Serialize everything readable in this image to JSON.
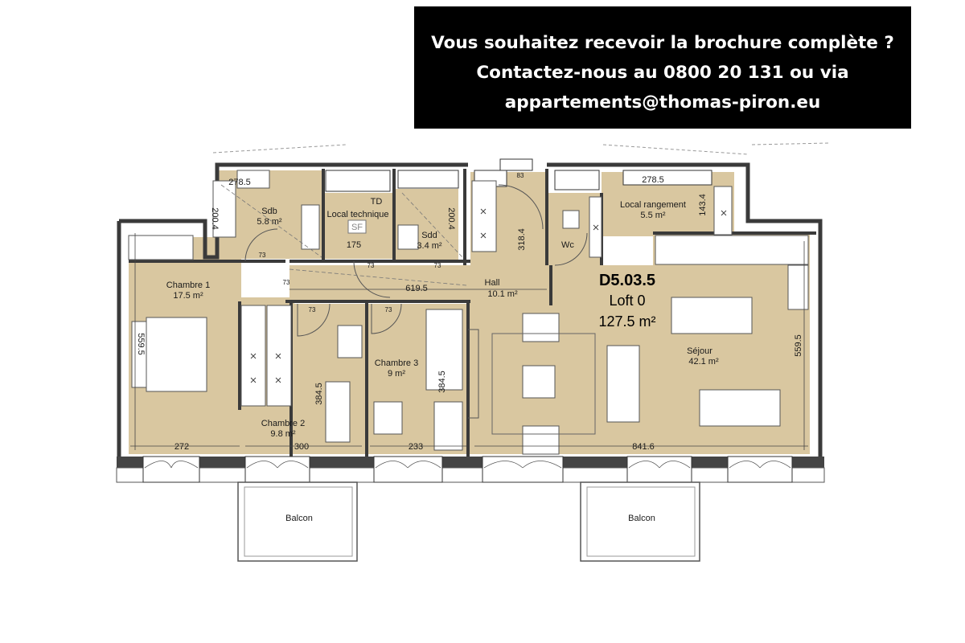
{
  "banner": {
    "line1": "Vous souhaitez recevoir la brochure complète ?",
    "line2": "Contactez-nous au 0800 20 131 ou via",
    "line3": "appartements@thomas-piron.eu"
  },
  "unit": {
    "code": "D5.03.5",
    "type": "Loft 0",
    "area": "127.5 m²"
  },
  "rooms": {
    "chambre1": {
      "name": "Chambre 1",
      "area": "17.5 m²"
    },
    "chambre2": {
      "name": "Chambre 2",
      "area": "9.8 m²"
    },
    "chambre3": {
      "name": "Chambre 3",
      "area": "9 m²"
    },
    "sdb": {
      "name": "Sdb",
      "area": "5.8 m²"
    },
    "sdd": {
      "name": "Sdd",
      "area": "3.4 m²"
    },
    "local_technique": {
      "name": "Local technique"
    },
    "hall": {
      "name": "Hall",
      "area": "10.1 m²"
    },
    "wc": {
      "name": "Wc"
    },
    "local_rangement": {
      "name": "Local rangement",
      "area": "5.5 m²"
    },
    "sejour": {
      "name": "Séjour",
      "area": "42.1 m²"
    },
    "balcon_left": {
      "name": "Balcon"
    },
    "balcon_right": {
      "name": "Balcon"
    }
  },
  "fixtures": {
    "td": "TD",
    "sf": "SF"
  },
  "dimensions": {
    "sdb_width": "278.5",
    "sdb_height": "200.4",
    "sdd_height": "200.4",
    "rangement_width": "278.5",
    "rangement_height": "143.4",
    "local_technique_width": "175",
    "hall_length": "619.5",
    "hall_height": "318.4",
    "chambre1_height": "559.5",
    "chambre1_width": "272",
    "chambre2_width": "300",
    "chambre2_height": "384.5",
    "chambre3_width": "233",
    "chambre3_height": "384.5",
    "sejour_width": "841.6",
    "sejour_height": "559.5",
    "door_a": "73",
    "door_b": "73",
    "door_c": "73",
    "door_d": "73",
    "door_e": "73",
    "door_f": "73",
    "door_g": "83"
  }
}
